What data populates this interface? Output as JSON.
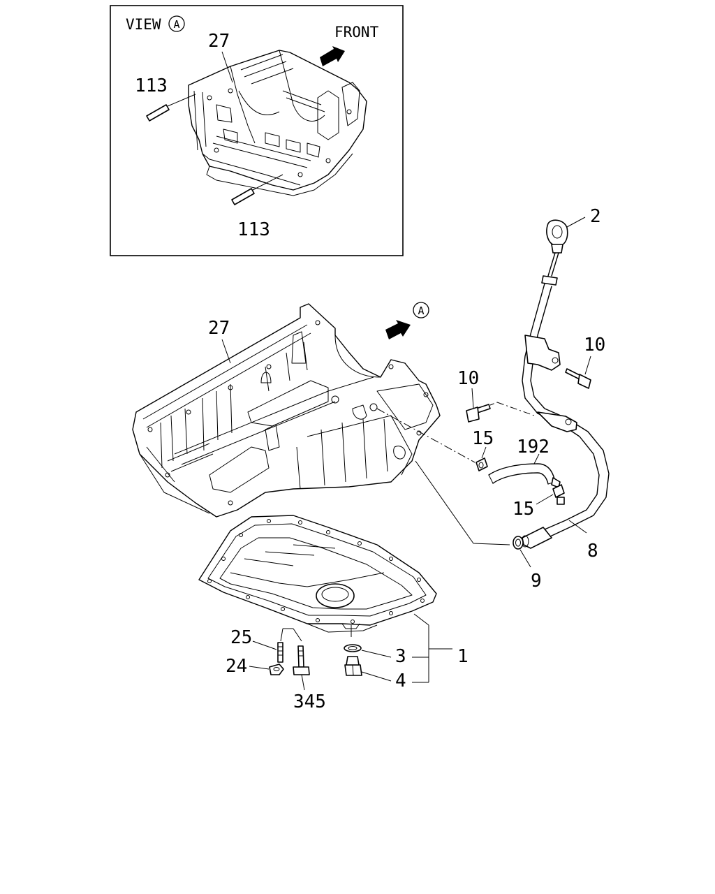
{
  "view_box": {
    "view_label": "VIEW",
    "view_marker": "A",
    "front_label": "FRONT",
    "labels": {
      "part_27": "27",
      "part_113_top": "113",
      "part_113_bottom": "113"
    }
  },
  "main": {
    "view_marker": "A",
    "labels": {
      "part_27": "27",
      "part_2": "2",
      "part_10_right": "10",
      "part_10_left": "10",
      "part_15_top": "15",
      "part_192": "192",
      "part_15_bottom": "15",
      "part_8": "8",
      "part_9": "9",
      "part_1": "1",
      "part_3": "3",
      "part_4": "4",
      "part_25": "25",
      "part_24": "24",
      "part_345": "345"
    }
  }
}
